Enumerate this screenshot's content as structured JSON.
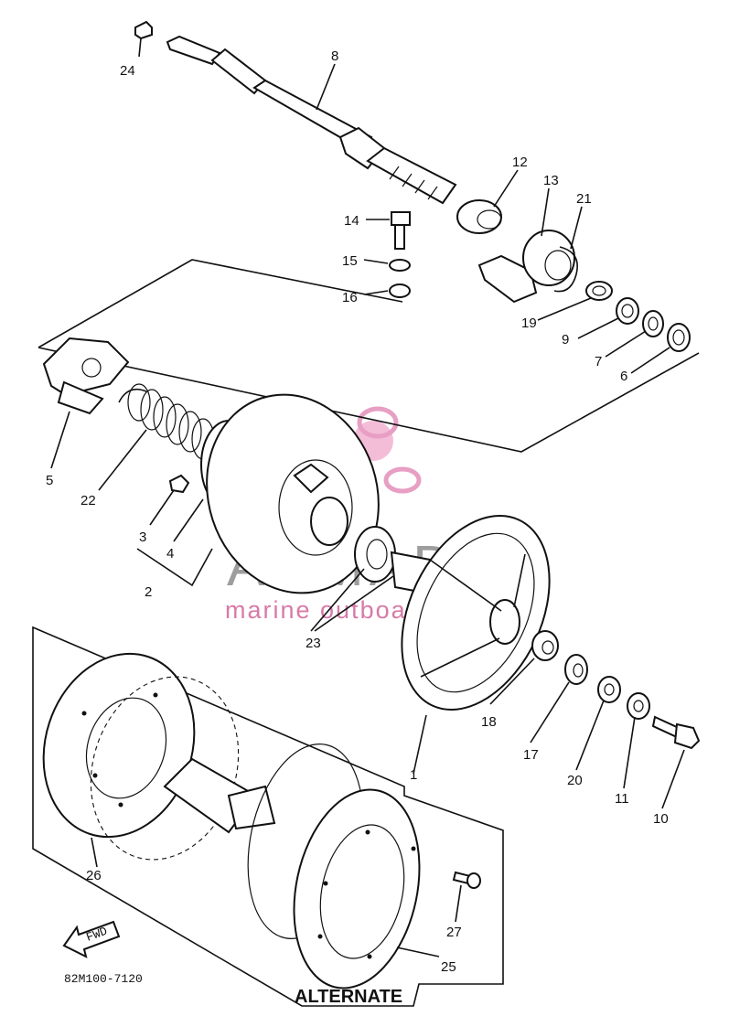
{
  "drawing_code": "82M100-7120",
  "alternate_label": "ALTERNATE",
  "fwd_label": "FWD",
  "watermark": {
    "name": "ARMADA",
    "tagline": "marine outboards"
  },
  "callouts": {
    "c1": "1",
    "c2": "2",
    "c3": "3",
    "c4": "4",
    "c5": "5",
    "c6": "6",
    "c7": "7",
    "c8": "8",
    "c9": "9",
    "c10": "10",
    "c11": "11",
    "c12": "12",
    "c13": "13",
    "c14": "14",
    "c15": "15",
    "c16": "16",
    "c17": "17",
    "c18": "18",
    "c19": "19",
    "c20": "20",
    "c21": "21",
    "c22": "22",
    "c23": "23",
    "c24": "24",
    "c25": "25",
    "c26": "26",
    "c27": "27"
  }
}
